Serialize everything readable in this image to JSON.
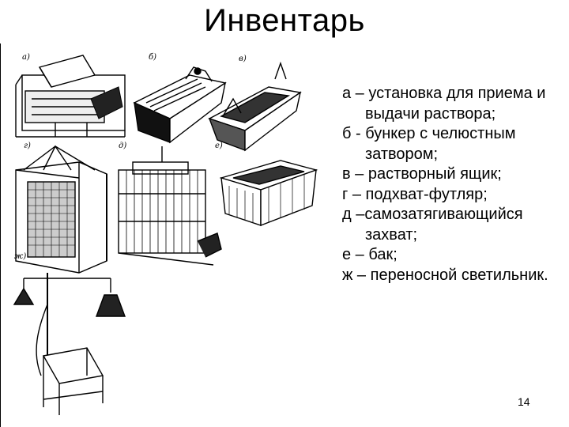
{
  "title": "Инвентарь",
  "figure": {
    "labels": {
      "a": "а)",
      "b": "б)",
      "v": "в)",
      "g": "г)",
      "d": "д)",
      "e": "е)",
      "zh": "ж)"
    }
  },
  "legend": {
    "items": [
      "а – установка для приема и выдачи раствора;",
      "б - бункер с челюстным затвором;",
      "в – растворный ящик;",
      "г – подхват-футляр;",
      "д –самозатягивающийся захват;",
      "е – бак;",
      "ж – переносной светильник."
    ]
  },
  "page_number": "14"
}
